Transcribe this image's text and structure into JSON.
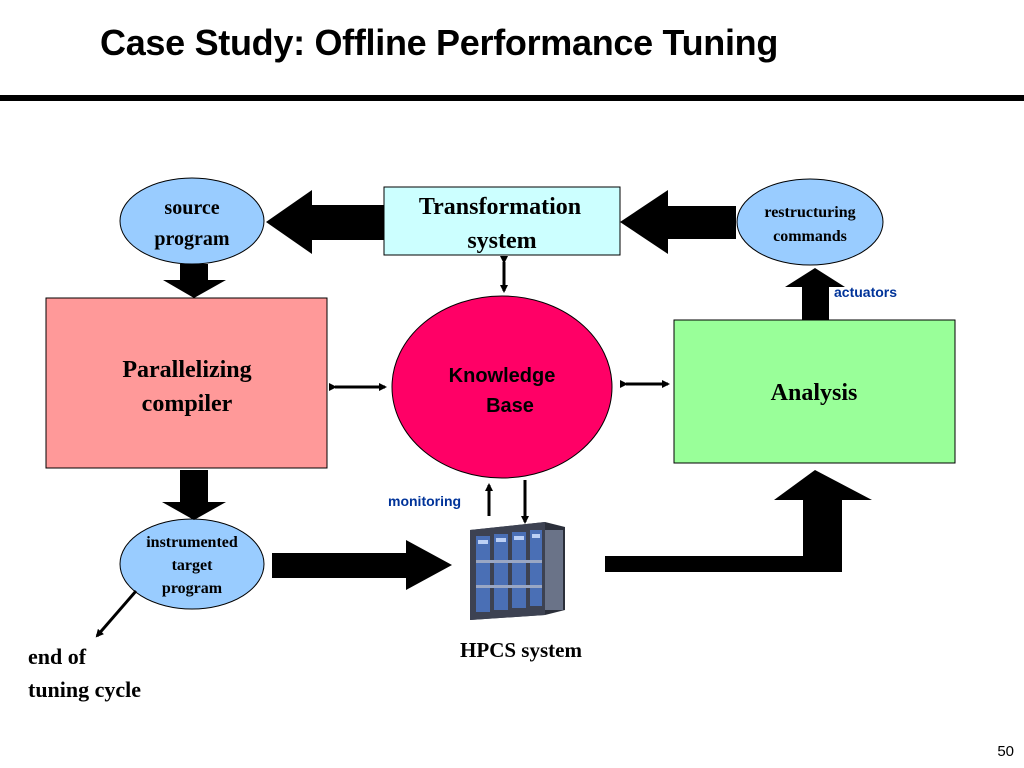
{
  "title": "Case Study: Offline Performance Tuning",
  "nodes": {
    "source_program": [
      "source",
      "program"
    ],
    "transformation_system": [
      "Transformation",
      "system"
    ],
    "restructuring_commands": [
      "restructuring",
      "commands"
    ],
    "parallelizing_compiler": [
      "Parallelizing",
      "compiler"
    ],
    "knowledge_base": [
      "Knowledge",
      "Base"
    ],
    "analysis": "Analysis",
    "instrumented_target_program": [
      "instrumented",
      "target",
      "program"
    ],
    "hpcs_system": "HPCS system"
  },
  "labels": {
    "actuators": "actuators",
    "monitoring": "monitoring",
    "end_of_tuning_cycle": [
      "end of",
      "tuning cycle"
    ]
  },
  "colors": {
    "ellipse_fill": "#99ccff",
    "transformation_fill": "#ccffff",
    "compiler_fill": "#ff9999",
    "knowledge_fill": "#ff0066",
    "analysis_fill": "#99ff99",
    "label_blue": "#003399",
    "end_red": "#cc0000"
  },
  "page_number": "50"
}
